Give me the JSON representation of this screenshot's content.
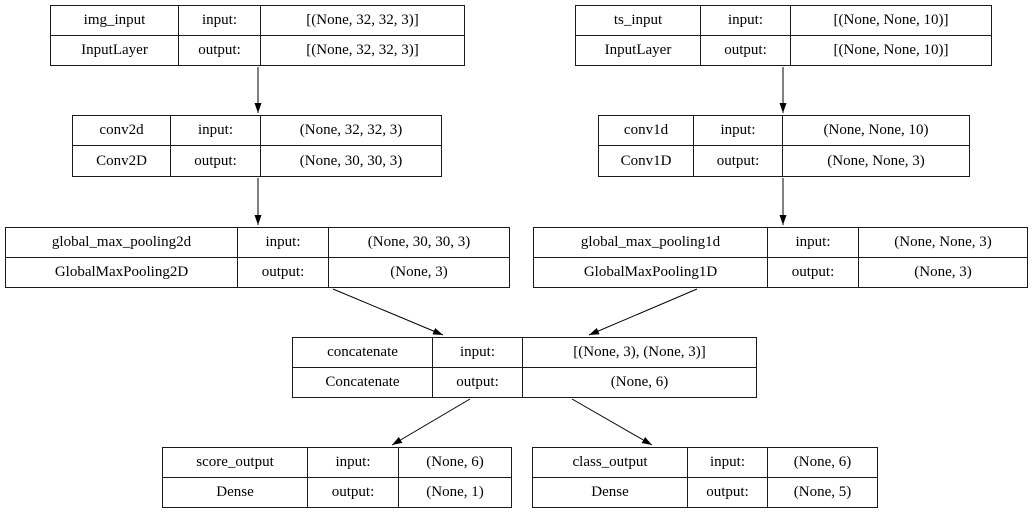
{
  "diagram": {
    "background_color": "#ffffff",
    "line_color": "#000000",
    "nodes": [
      {
        "id": "img_input",
        "name": "img_input",
        "layer_type": "InputLayer",
        "input_label": "input:",
        "output_label": "output:",
        "input_shape": "[(None, 32, 32, 3)]",
        "output_shape": "[(None, 32, 32, 3)]"
      },
      {
        "id": "ts_input",
        "name": "ts_input",
        "layer_type": "InputLayer",
        "input_label": "input:",
        "output_label": "output:",
        "input_shape": "[(None, None, 10)]",
        "output_shape": "[(None, None, 10)]"
      },
      {
        "id": "conv2d",
        "name": "conv2d",
        "layer_type": "Conv2D",
        "input_label": "input:",
        "output_label": "output:",
        "input_shape": "(None, 32, 32, 3)",
        "output_shape": "(None, 30, 30, 3)"
      },
      {
        "id": "conv1d",
        "name": "conv1d",
        "layer_type": "Conv1D",
        "input_label": "input:",
        "output_label": "output:",
        "input_shape": "(None, None, 10)",
        "output_shape": "(None, None, 3)"
      },
      {
        "id": "global_max_pooling2d",
        "name": "global_max_pooling2d",
        "layer_type": "GlobalMaxPooling2D",
        "input_label": "input:",
        "output_label": "output:",
        "input_shape": "(None, 30, 30, 3)",
        "output_shape": "(None, 3)"
      },
      {
        "id": "global_max_pooling1d",
        "name": "global_max_pooling1d",
        "layer_type": "GlobalMaxPooling1D",
        "input_label": "input:",
        "output_label": "output:",
        "input_shape": "(None, None, 3)",
        "output_shape": "(None, 3)"
      },
      {
        "id": "concatenate",
        "name": "concatenate",
        "layer_type": "Concatenate",
        "input_label": "input:",
        "output_label": "output:",
        "input_shape": "[(None, 3), (None, 3)]",
        "output_shape": "(None, 6)"
      },
      {
        "id": "score_output",
        "name": "score_output",
        "layer_type": "Dense",
        "input_label": "input:",
        "output_label": "output:",
        "input_shape": "(None, 6)",
        "output_shape": "(None, 1)"
      },
      {
        "id": "class_output",
        "name": "class_output",
        "layer_type": "Dense",
        "input_label": "input:",
        "output_label": "output:",
        "input_shape": "(None, 6)",
        "output_shape": "(None, 5)"
      }
    ],
    "edges": [
      {
        "from": "img_input",
        "to": "conv2d"
      },
      {
        "from": "ts_input",
        "to": "conv1d"
      },
      {
        "from": "conv2d",
        "to": "global_max_pooling2d"
      },
      {
        "from": "conv1d",
        "to": "global_max_pooling1d"
      },
      {
        "from": "global_max_pooling2d",
        "to": "concatenate"
      },
      {
        "from": "global_max_pooling1d",
        "to": "concatenate"
      },
      {
        "from": "concatenate",
        "to": "score_output"
      },
      {
        "from": "concatenate",
        "to": "class_output"
      }
    ]
  }
}
